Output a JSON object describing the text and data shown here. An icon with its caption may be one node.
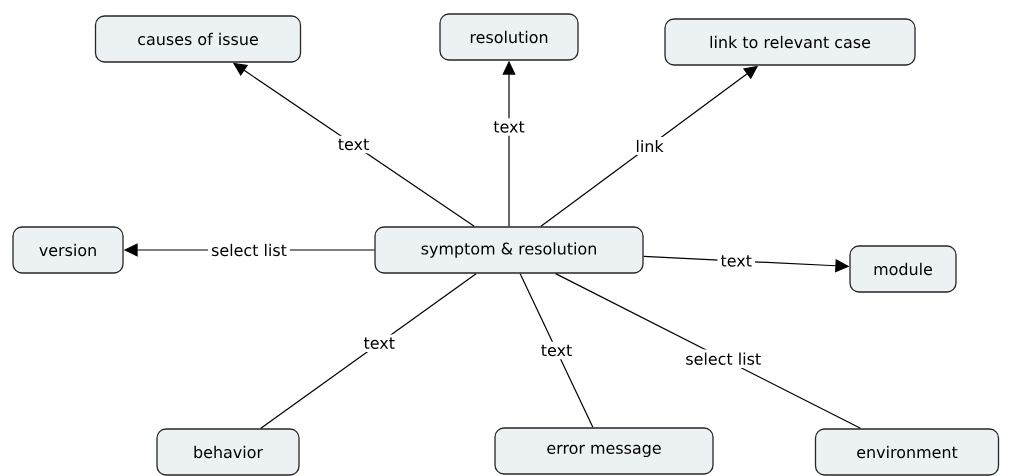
{
  "diagram": {
    "nodes": [
      {
        "text": [
          "symptom & resolution"
        ]
      },
      {
        "text": [
          "causes of issue"
        ]
      },
      {
        "text": [
          "resolution"
        ]
      },
      {
        "text": [
          "link to relevant case"
        ]
      },
      {
        "text": [
          "version"
        ]
      },
      {
        "text": [
          "module"
        ]
      },
      {
        "text": [
          "behavior"
        ]
      },
      {
        "text": [
          "error message"
        ]
      },
      {
        "text": [
          "environment"
        ]
      }
    ],
    "edges": [
      {
        "from": 0,
        "to": 1,
        "arrow": "to",
        "label": "text"
      },
      {
        "from": 0,
        "to": 2,
        "arrow": "to",
        "label": "text"
      },
      {
        "from": 0,
        "to": 3,
        "arrow": "to",
        "label": "link"
      },
      {
        "from": 0,
        "to": 4,
        "arrow": "to",
        "label": "select list"
      },
      {
        "from": 0,
        "to": 5,
        "arrow": "to",
        "label": "text"
      },
      {
        "from": 0,
        "to": 6,
        "arrow": "none",
        "label": "text"
      },
      {
        "from": 0,
        "to": 7,
        "arrow": "none",
        "label": "text"
      },
      {
        "from": 0,
        "to": 8,
        "arrow": "none",
        "label": "select list"
      }
    ]
  }
}
